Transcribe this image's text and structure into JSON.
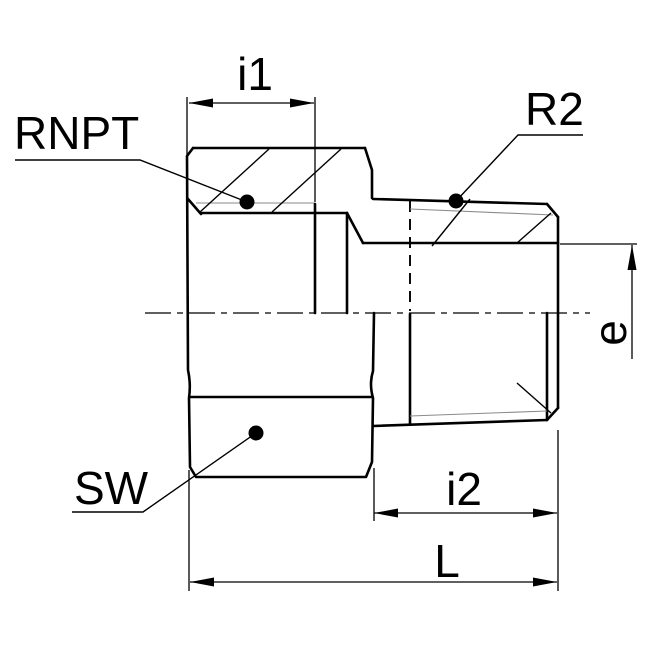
{
  "diagram": {
    "title": "threaded-adapter-technical-drawing",
    "labels": {
      "thread_female": "RNPT",
      "thread_male": "R2",
      "wrench_size": "SW",
      "dim_i1": "i1",
      "dim_i2": "i2",
      "dim_e": "e",
      "dim_length": "L"
    }
  }
}
